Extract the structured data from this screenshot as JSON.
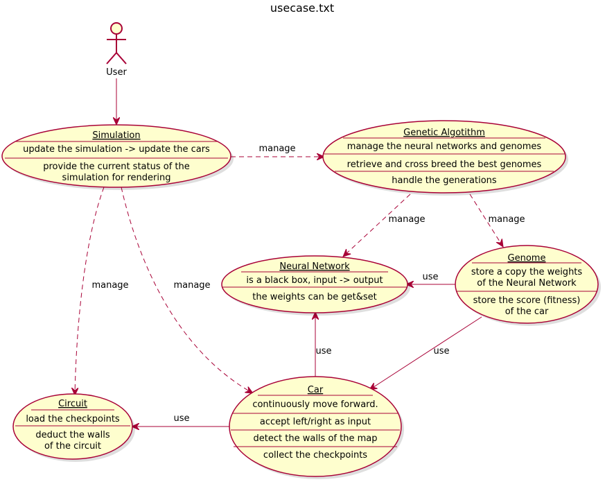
{
  "title": "usecase.txt",
  "actor": {
    "name": "User"
  },
  "usecases": {
    "simulation": {
      "name": "Simulation",
      "sections": [
        [
          "update the simulation -> update the cars"
        ],
        [
          "provide the current status of the",
          "simulation for rendering"
        ]
      ]
    },
    "genetic": {
      "name": "Genetic Algotithm",
      "sections": [
        [
          "manage the neural networks and genomes"
        ],
        [
          "retrieve and cross breed the best genomes"
        ],
        [
          "handle the generations"
        ]
      ]
    },
    "neural": {
      "name": "Neural Network",
      "sections": [
        [
          "is a black box, input -> output"
        ],
        [
          "the weights can be get&set"
        ]
      ]
    },
    "genome": {
      "name": "Genome",
      "sections": [
        [
          "store a copy the weights",
          "of the Neural Network"
        ],
        [
          "store the score (fitness)",
          "of the car"
        ]
      ]
    },
    "circuit": {
      "name": "Circuit",
      "sections": [
        [
          "load the checkpoints"
        ],
        [
          "deduct the walls",
          "of the circuit"
        ]
      ]
    },
    "car": {
      "name": "Car",
      "sections": [
        [
          "continuously move forward."
        ],
        [
          "accept left/right as input"
        ],
        [
          "detect the walls of the map"
        ],
        [
          "collect the checkpoints"
        ]
      ]
    }
  },
  "relations": [
    {
      "from": "User",
      "to": "Simulation",
      "label": ""
    },
    {
      "from": "Simulation",
      "to": "Genetic Algotithm",
      "label": "manage"
    },
    {
      "from": "Simulation",
      "to": "Circuit",
      "label": "manage"
    },
    {
      "from": "Simulation",
      "to": "Car",
      "label": "manage"
    },
    {
      "from": "Genetic Algotithm",
      "to": "Neural Network",
      "label": "manage"
    },
    {
      "from": "Genetic Algotithm",
      "to": "Genome",
      "label": "manage"
    },
    {
      "from": "Genome",
      "to": "Neural Network",
      "label": "use"
    },
    {
      "from": "Genome",
      "to": "Car",
      "label": "use"
    },
    {
      "from": "Car",
      "to": "Neural Network",
      "label": "use"
    },
    {
      "from": "Car",
      "to": "Circuit",
      "label": "use"
    }
  ],
  "colors": {
    "fill": "#FEFECE",
    "stroke": "#A80036"
  }
}
